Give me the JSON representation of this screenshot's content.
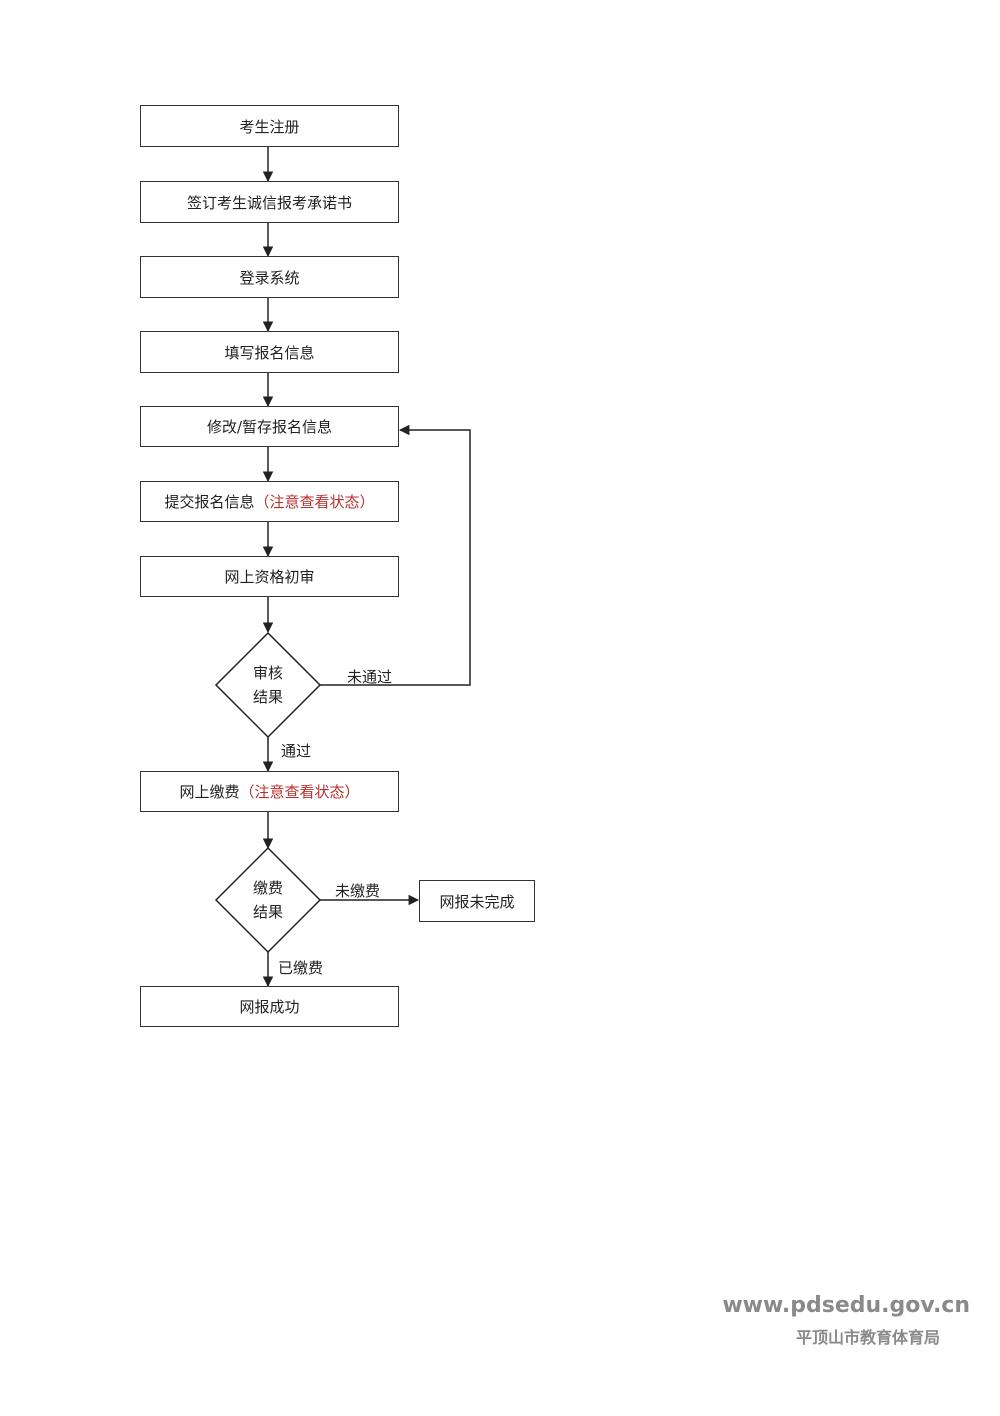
{
  "steps": {
    "register": "考生注册",
    "sign": "签订考生诚信报考承诺书",
    "login": "登录系统",
    "fill": "填写报名信息",
    "modify": "修改/暂存报名信息",
    "submit": "提交报名信息",
    "submit_note": "（注意查看状态）",
    "review": "网上资格初审",
    "pay": "网上缴费",
    "pay_note": "（注意查看状态）",
    "success": "网报成功",
    "incomplete": "网报未完成"
  },
  "decisions": {
    "review_result": [
      "审核",
      "结果"
    ],
    "pay_result": [
      "缴费",
      "结果"
    ]
  },
  "edges": {
    "not_passed": "未通过",
    "passed": "通过",
    "not_paid": "未缴费",
    "paid": "已缴费"
  },
  "watermark": {
    "url": "www.pdsedu.gov.cn",
    "org": "平顶山市教育体育局"
  }
}
